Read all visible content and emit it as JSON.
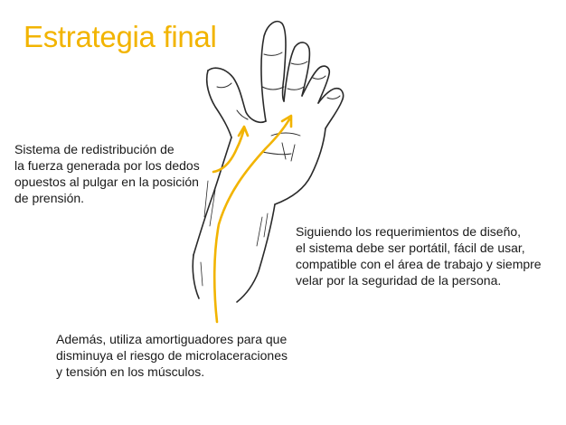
{
  "title": "Estrategia final",
  "accent_color": "#F2B400",
  "notes": {
    "left": "Sistema de redistribución de\nla fuerza generada por los dedos\nopuestos al pulgar en la posición\nde prensión.",
    "right": "Siguiendo los requerimientos de diseño,\nel sistema debe ser portátil, fácil de usar,\ncompatible con el área de trabajo y siempre\nvelar por la seguridad de la persona.",
    "bottom": "Además, utiliza amortiguadores para que\ndisminuya el riesgo de microlaceraciones\ny tensión en los músculos."
  },
  "illustration": "hand-sketch"
}
